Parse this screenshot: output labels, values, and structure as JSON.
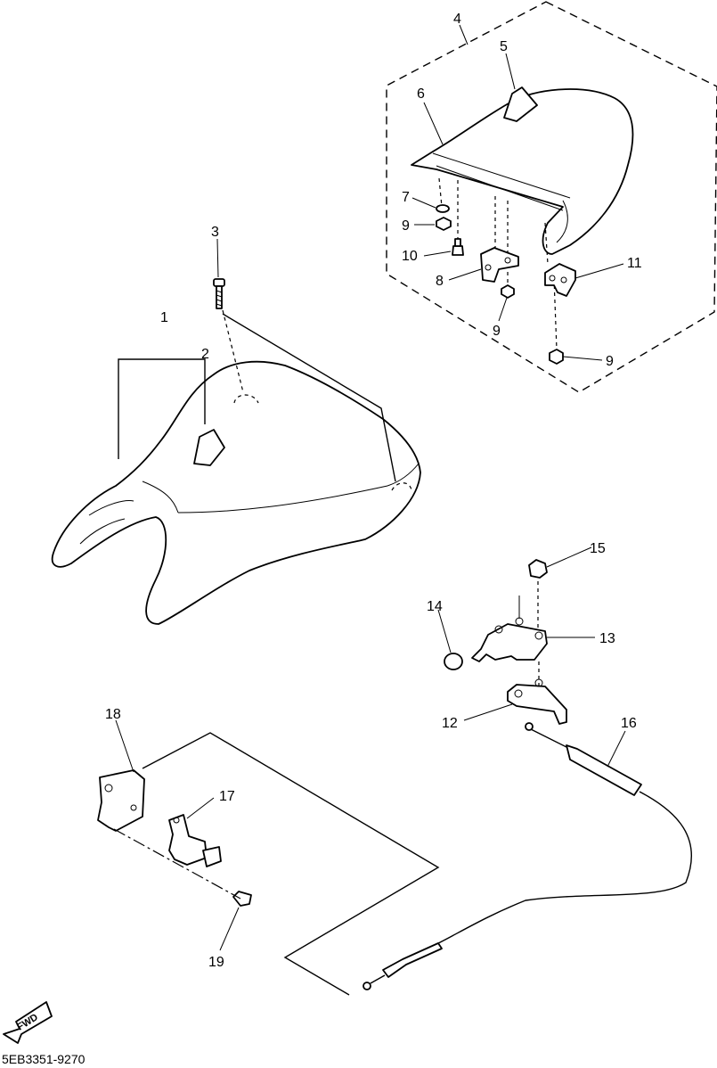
{
  "callouts": {
    "c1": "1",
    "c2": "2",
    "c3": "3",
    "c4": "4",
    "c5": "5",
    "c6": "6",
    "c7": "7",
    "c8": "8",
    "c9a": "9",
    "c9b": "9",
    "c9c": "9",
    "c10": "10",
    "c11": "11",
    "c12": "12",
    "c13": "13",
    "c14": "14",
    "c15": "15",
    "c16": "16",
    "c17": "17",
    "c18": "18",
    "c19": "19"
  },
  "fwd_label": "FWD",
  "part_number": "5EB3351-9270"
}
